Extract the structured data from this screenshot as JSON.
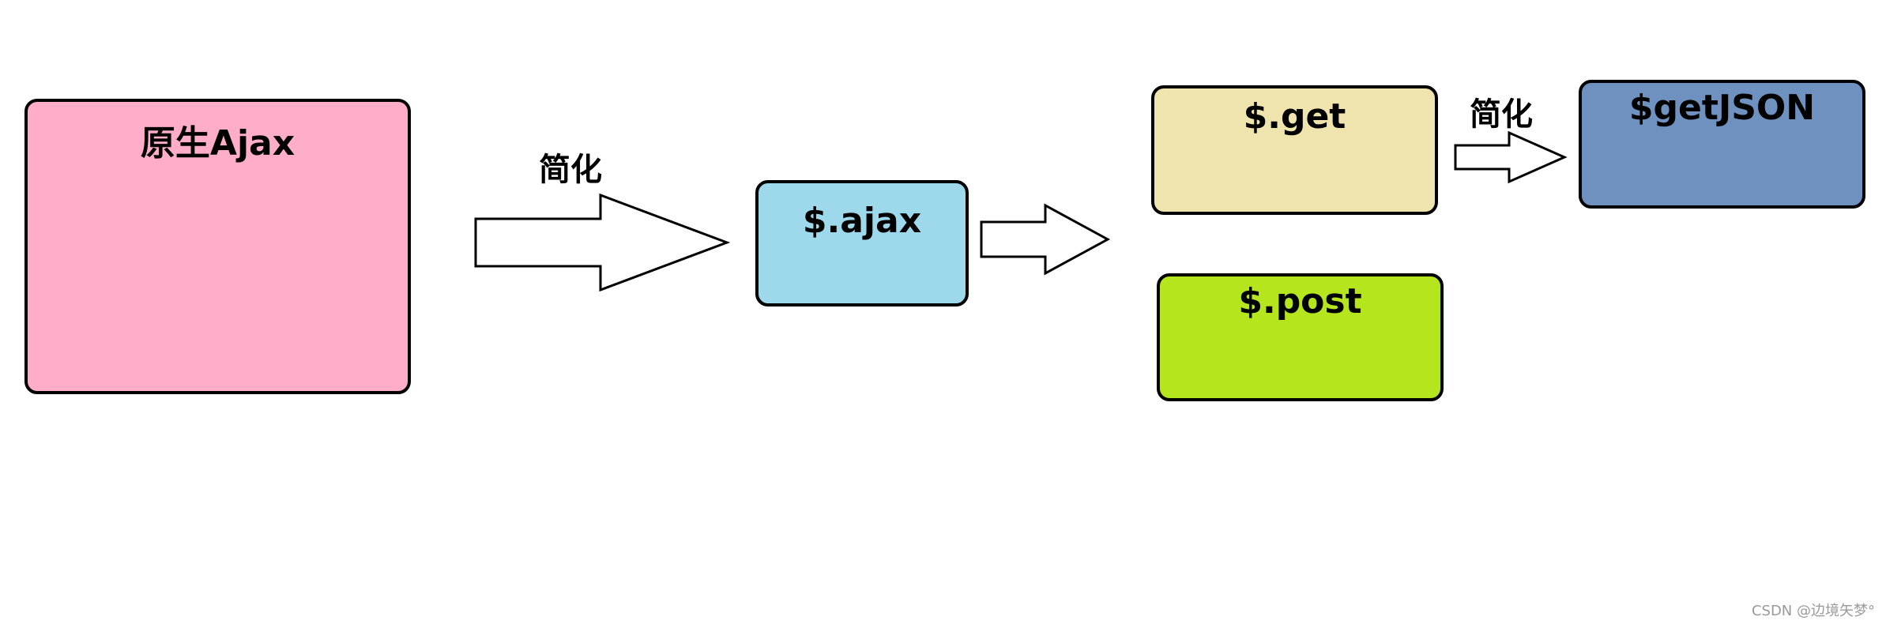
{
  "nodes": {
    "native_ajax": {
      "label": "原生Ajax",
      "fill": "#FFADC9"
    },
    "jq_ajax": {
      "label": "$.ajax",
      "fill": "#9DD9EB"
    },
    "jq_get": {
      "label": "$.get",
      "fill": "#F0E4AE"
    },
    "jq_post": {
      "label": "$.post",
      "fill": "#B5E61D"
    },
    "jq_getjson": {
      "label": "$getJSON",
      "fill": "#6F91BF"
    }
  },
  "edges": {
    "native_to_ajax": {
      "label": "简化"
    },
    "ajax_to_methods": {
      "label": ""
    },
    "get_to_getjson": {
      "label": "简化"
    }
  },
  "watermark": "CSDN @边境矢梦°"
}
